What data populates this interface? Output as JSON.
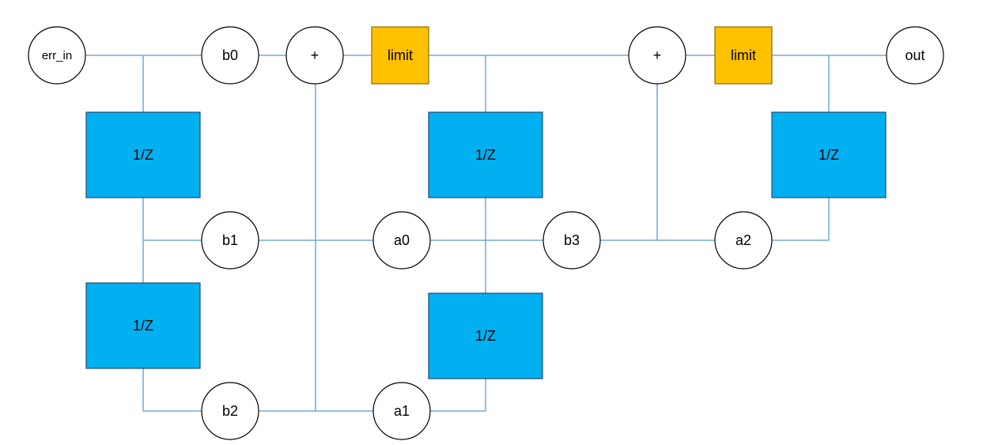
{
  "nodes": {
    "err_in": "err_in",
    "b0": "b0",
    "sum1": "+",
    "limit1": "limit",
    "sum2": "+",
    "limit2": "limit",
    "out": "out",
    "b1": "b1",
    "a0": "a0",
    "b3": "b3",
    "a2": "a2",
    "b2": "b2",
    "a1": "a1"
  },
  "delays": {
    "d1": "1/Z",
    "d2": "1/Z",
    "d3": "1/Z",
    "d4": "1/Z",
    "d5": "1/Z"
  },
  "colors": {
    "wire": "#5b9bd5",
    "delay_fill": "#00b0f0",
    "limit_fill": "#ffc000",
    "node_fill": "#ffffff"
  }
}
